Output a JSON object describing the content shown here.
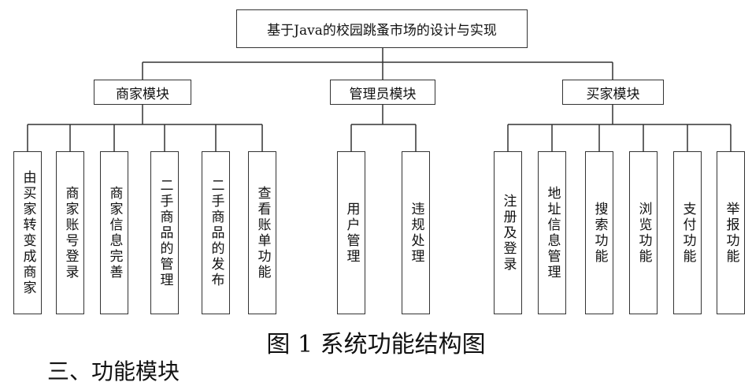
{
  "root": "基于Java的校园跳蚤市场的设计与实现",
  "modules": [
    {
      "name": "商家模块",
      "children": [
        "由买家转变成商家",
        "商家账号登录",
        "商家信息完善",
        "二手商品的管理",
        "二手商品的发布",
        "查看账单功能"
      ]
    },
    {
      "name": "管理员模块",
      "children": [
        "用户管理",
        "违规处理"
      ]
    },
    {
      "name": "买家模块",
      "children": [
        "注册及登录",
        "地址信息管理",
        "搜索功能",
        "浏览功能",
        "支付功能",
        "举报功能"
      ]
    }
  ],
  "caption": "图 1  系统功能结构图",
  "partial_heading": "三、功能模块"
}
